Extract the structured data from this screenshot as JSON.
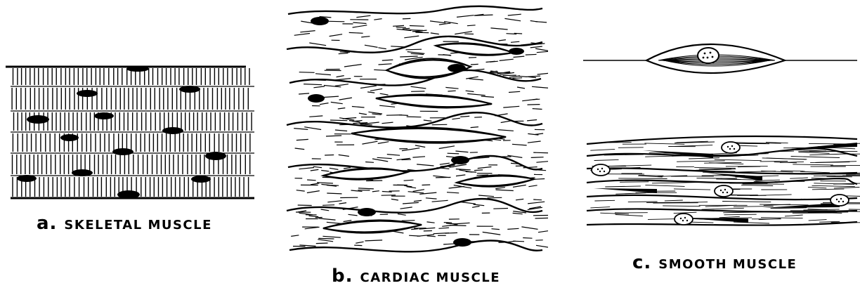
{
  "panels": {
    "a": {
      "letter": "a.",
      "name": "SKELETAL MUSCLE"
    },
    "b": {
      "letter": "b.",
      "name": "CARDIAC MUSCLE"
    },
    "c": {
      "letter": "c.",
      "name": "SMOOTH MUSCLE"
    }
  }
}
